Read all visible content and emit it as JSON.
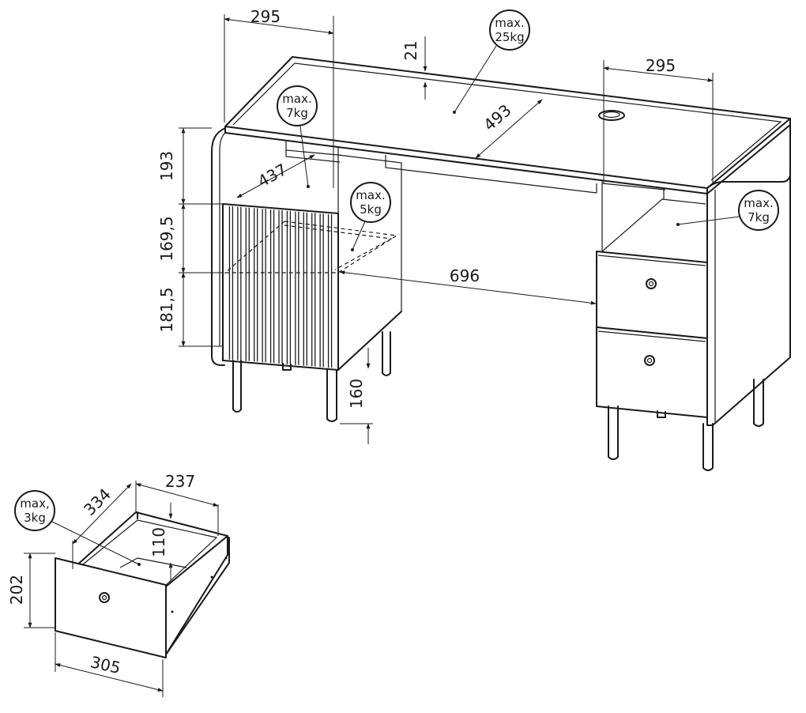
{
  "dimensions": {
    "left_width": "295",
    "right_width": "295",
    "top_thickness": "21",
    "top_depth": "493",
    "cabinet_depth": "437",
    "shelf_height": "193",
    "middle_height": "169,5",
    "bottom_height": "181,5",
    "leg_height": "160",
    "center_span": "696",
    "drawer_depth": "334",
    "drawer_inner_width": "237",
    "drawer_inner_height": "110",
    "drawer_front_height": "202",
    "drawer_front_width": "305"
  },
  "load_ratings": {
    "desktop": {
      "line1": "max.",
      "line2": "25kg"
    },
    "left_top_shelf": {
      "line1": "max.",
      "line2": "7kg"
    },
    "left_inner_shelf": {
      "line1": "max.",
      "line2": "5kg"
    },
    "right_shelf": {
      "line1": "max.",
      "line2": "7kg"
    },
    "drawer": {
      "line1": "max,",
      "line2": "3kg"
    }
  },
  "icons": {
    "cable_grommet": "cable-grommet-icon",
    "drawer_knob": "knob-icon"
  }
}
